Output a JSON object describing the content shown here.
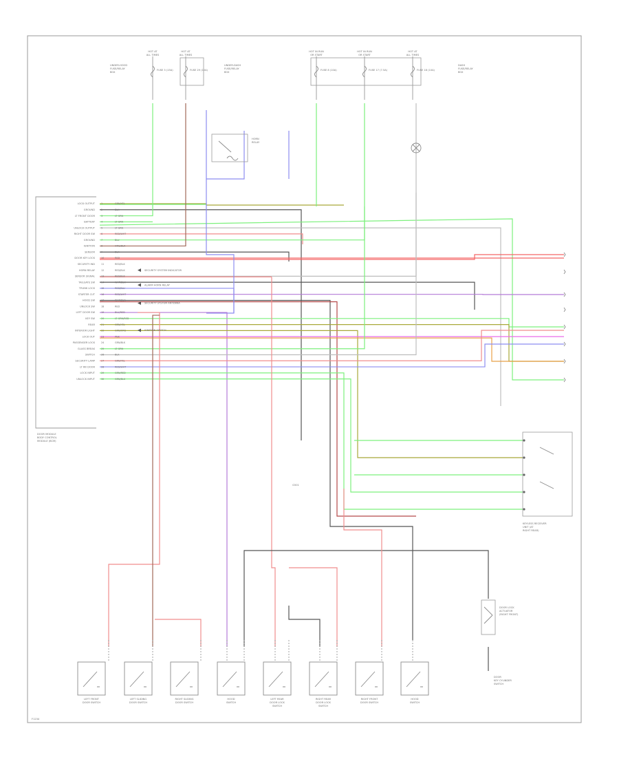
{
  "diagram": {
    "module_label": [
      "DOOR MODULE",
      "BODY CONTROL",
      "MODULE (BCM)"
    ],
    "module_pins": [
      {
        "pin": "1",
        "label": "LOCK OUTPUT",
        "wire": "GRN/YEL"
      },
      {
        "pin": "2",
        "label": "GROUND",
        "wire": "BLK"
      },
      {
        "pin": "3",
        "label": "LT FRONT DOOR",
        "wire": "LT GRN"
      },
      {
        "pin": "4",
        "label": "BATTERY",
        "wire": "LT GRN"
      },
      {
        "pin": "5",
        "label": "UNLOCK OUTPUT",
        "wire": "LT GRN"
      },
      {
        "pin": "6",
        "label": "RIGHT DOOR SW",
        "wire": "RED/WHT"
      },
      {
        "pin": "7",
        "label": "GROUND",
        "wire": "BLU"
      },
      {
        "pin": "8",
        "label": "IGNITION",
        "wire": "ORG/BLK"
      },
      {
        "pin": "9",
        "label": "SENSOR",
        "wire": "BLK"
      },
      {
        "pin": "10",
        "label": "DOOR KEY LOCK",
        "wire": "RED"
      },
      {
        "pin": "11",
        "label": "SECURITY IND",
        "wire": "RED/BLK"
      },
      {
        "pin": "12",
        "label": "HORN RELAY",
        "wire": "RED/BLK"
      },
      {
        "pin": "13",
        "label": "SENSOR SIGNAL",
        "wire": "RED/BLK"
      },
      {
        "pin": "14",
        "label": "TAILGATE SW",
        "wire": "WHT/BLK"
      },
      {
        "pin": "15",
        "label": "TRUNK LOCK",
        "wire": "RED/BLU"
      },
      {
        "pin": "16",
        "label": "STARTER CUT",
        "wire": "RED/WHT"
      },
      {
        "pin": "17",
        "label": "HOOD SW",
        "wire": "WHT/BLK"
      },
      {
        "pin": "18",
        "label": "UNLOCK SW",
        "wire": "RED"
      },
      {
        "pin": "19",
        "label": "LEFT DOOR SW",
        "wire": "BLU/RED"
      },
      {
        "pin": "20",
        "label": "KEY SW",
        "wire": "LT GRN/RED"
      },
      {
        "pin": "21",
        "label": "REAR",
        "wire": "GRN/YEL"
      },
      {
        "pin": "22",
        "label": "INTERIOR LIGHT",
        "wire": "GRN/ORG"
      },
      {
        "pin": "23",
        "label": "LOCK OUT",
        "wire": "PNK"
      },
      {
        "pin": "24",
        "label": "PASSENGER LOCK",
        "wire": "GRN/BLK"
      },
      {
        "pin": "25",
        "label": "GLASS BREAK",
        "wire": "LT GRN"
      },
      {
        "pin": "26",
        "label": "SWITCH",
        "wire": "BLK"
      },
      {
        "pin": "27",
        "label": "SECURITY LAMP",
        "wire": "GRN/YEL"
      },
      {
        "pin": "28",
        "label": "LT RR DOOR",
        "wire": "RED/WHT"
      },
      {
        "pin": "29",
        "label": "LOCK INPUT",
        "wire": "GRN/RED"
      },
      {
        "pin": "30",
        "label": "UNLOCK INPUT",
        "wire": "GRN/BLU"
      }
    ],
    "notes": [
      "SECURITY SYSTEM INDICATOR",
      "ALARM HORN RELAY",
      "SECURITY SYSTEM ANTENNA",
      "IGNITION SWITCH"
    ],
    "top_fuses": [
      {
        "top": "HOT AT",
        "mid": "ALL TIMES",
        "fuse": "FUSE 3 (15A)"
      },
      {
        "top": "HOT AT",
        "mid": "ALL TIMES",
        "fuse": "FUSE 29 (10A)"
      },
      {
        "top": "HOT IN RUN",
        "mid": "OR START",
        "fuse": "FUSE 8 (10A)"
      },
      {
        "top": "HOT IN RUN",
        "mid": "OR START",
        "fuse": "FUSE 17 (7.5A)"
      },
      {
        "top": "HOT AT",
        "mid": "ALL TIMES",
        "fuse": "FUSE 18 (10A)"
      }
    ],
    "top_captions": [
      [
        "UNDER-HOOD",
        "FUSE/RELAY",
        "BOX"
      ],
      [
        "UNDER-DASH",
        "FUSE/RELAY",
        "BOX"
      ],
      [
        "DASH",
        "FUSE/RELAY",
        "BOX"
      ]
    ],
    "relay_label": [
      "HORN",
      "RELAY"
    ],
    "right_connector_label": [
      "KEYLESS RECEIVER",
      "UNIT (AT",
      "RIGHT REAR)"
    ],
    "right_switch_label": [
      "DOOR LOCK",
      "ACTUATOR",
      "(RIGHT FRONT)"
    ],
    "ground_label": [
      "G501"
    ],
    "bottom_switches": [
      {
        "line1": "LEFT FRONT",
        "line2": "DOOR SWITCH"
      },
      {
        "line1": "LEFT SLIDING",
        "line2": "DOOR SWITCH"
      },
      {
        "line1": "RIGHT SLIDING",
        "line2": "DOOR SWITCH"
      },
      {
        "line1": "HOOD",
        "line2": "SWITCH"
      },
      {
        "line1": "LEFT REAR",
        "line2": "DOOR LOCK",
        "line3": "SWITCH"
      },
      {
        "line1": "RIGHT REAR",
        "line2": "DOOR LOCK",
        "line3": "SWITCH"
      },
      {
        "line1": "RIGHT FRONT",
        "line2": "DOOR SWITCH"
      },
      {
        "line1": "HOOD",
        "line2": "SWITCH"
      }
    ],
    "bottom_right_label": [
      "DOOR",
      "KEY CYLINDER",
      "SWITCH"
    ],
    "page_code": "F1234"
  }
}
